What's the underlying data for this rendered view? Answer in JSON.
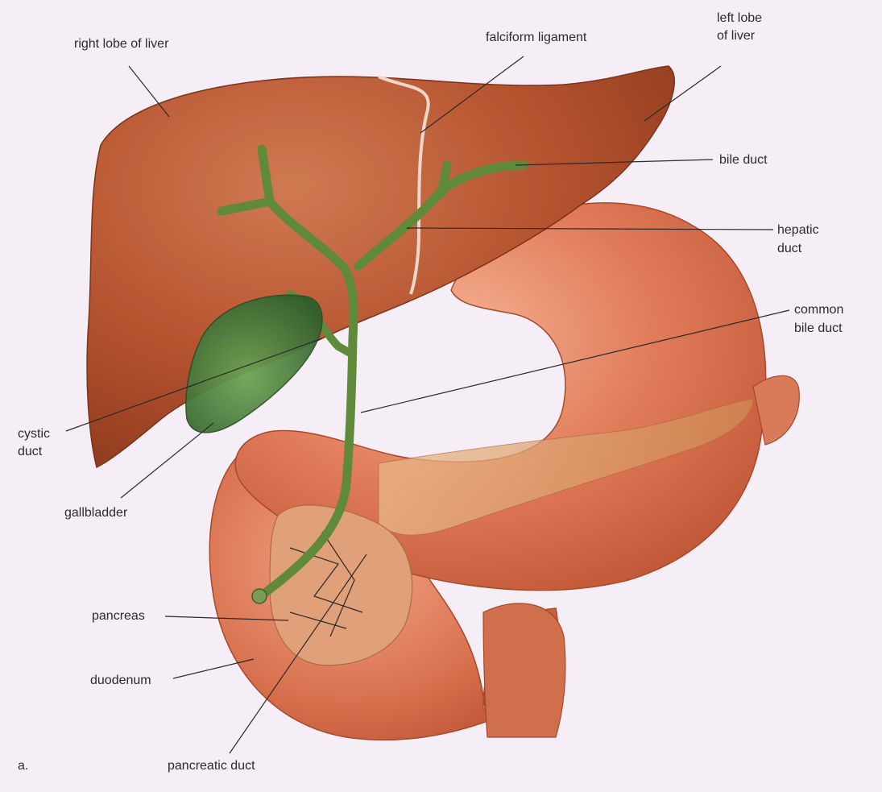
{
  "labels": {
    "right_lobe": "right lobe of liver",
    "falciform": "falciform ligament",
    "left_lobe_1": "left lobe",
    "left_lobe_2": "of liver",
    "bile_duct": "bile duct",
    "hepatic_1": "hepatic",
    "hepatic_2": "duct",
    "common_1": "common",
    "common_2": "bile duct",
    "cystic_1": "cystic",
    "cystic_2": "duct",
    "gallbladder": "gallbladder",
    "pancreas": "pancreas",
    "duodenum": "duodenum",
    "pancreatic_duct": "pancreatic duct",
    "panel_letter": "a."
  },
  "colors": {
    "background": "#f6eef6",
    "liver": "#b5532f",
    "bile_duct": "#5f8a3a",
    "gallbladder": "#3f7a3a",
    "stomach": "#e07a58",
    "pancreas": "#d9a06a"
  }
}
